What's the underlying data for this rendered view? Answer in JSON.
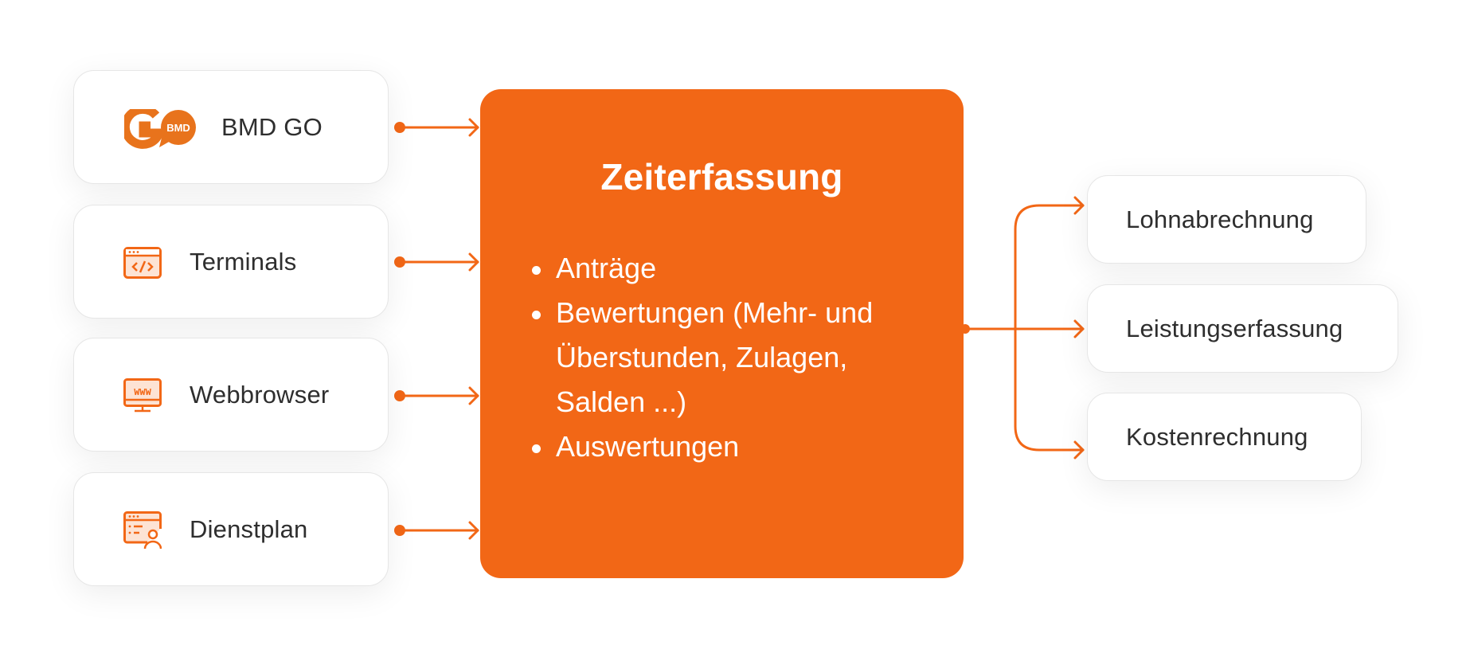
{
  "colors": {
    "accent": "#F26716",
    "text": "#2E2E2E",
    "card_border": "#E6E6E6"
  },
  "sources": [
    {
      "label": "BMD GO",
      "icon": "bmd-go-logo",
      "logo_text": "BMD",
      "logo_letter": "G"
    },
    {
      "label": "Terminals",
      "icon": "code-window-icon"
    },
    {
      "label": "Webbrowser",
      "icon": "www-monitor-icon",
      "icon_text": "WWW"
    },
    {
      "label": "Dienstplan",
      "icon": "schedule-user-icon"
    }
  ],
  "center": {
    "title": "Zeiterfassung",
    "items": [
      "Anträge",
      "Bewertungen (Mehr- und Überstunden, Zulagen, Salden ...)",
      "Auswertungen"
    ]
  },
  "targets": [
    {
      "label": "Lohnabrechnung"
    },
    {
      "label": "Leistungserfassung"
    },
    {
      "label": "Kostenrechnung"
    }
  ]
}
